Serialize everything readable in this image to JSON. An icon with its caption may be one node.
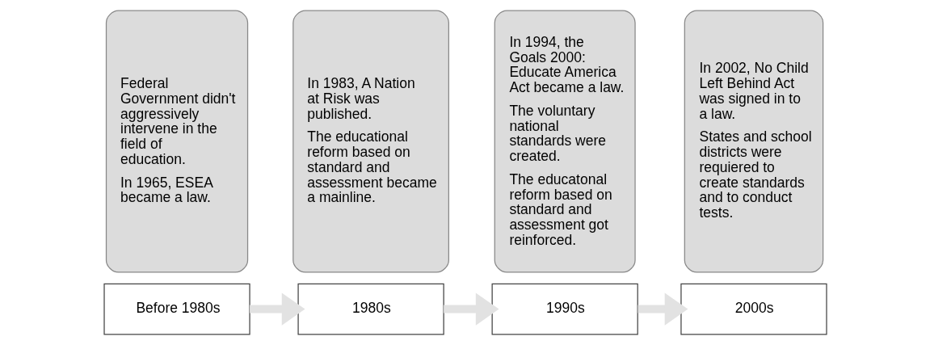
{
  "diagram": {
    "nodes": [
      {
        "text": [
          "Before 1980s"
        ]
      },
      {
        "text": [
          "Federal Government didn't aggressively intervene in the field of education.",
          "In 1965, ESEA became a law."
        ]
      },
      {
        "text": [
          "1980s"
        ]
      },
      {
        "text": [
          "In 1983, A Nation at Risk was published.",
          "The educational reform based on standard and assessment became a mainline."
        ]
      },
      {
        "text": [
          "1990s"
        ]
      },
      {
        "text": [
          "In 1994, the Goals 2000: Educate America Act became a law.",
          "The voluntary national standards were created.",
          "The educatonal reform based on standard and assessment got reinforced."
        ]
      },
      {
        "text": [
          "2000s"
        ]
      },
      {
        "text": [
          "In 2002, No Child Left Behind Act was signed in to a law.",
          "States and school districts were requiered to create standards and to conduct tests."
        ]
      }
    ],
    "edges": [
      {
        "from": 0,
        "to": 2,
        "arrow": "to"
      },
      {
        "from": 2,
        "to": 4,
        "arrow": "to"
      },
      {
        "from": 4,
        "to": 6,
        "arrow": "to"
      }
    ]
  }
}
